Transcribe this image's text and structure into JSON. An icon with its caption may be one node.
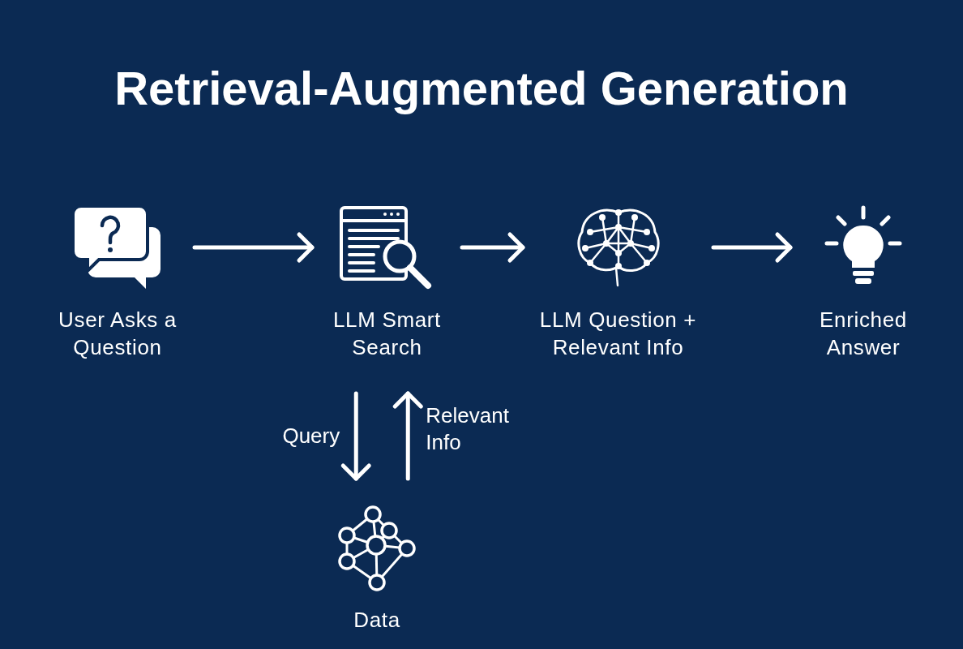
{
  "diagram": {
    "title": "Retrieval-Augmented Generation",
    "nodes": [
      {
        "text": [
          "User Asks a Question"
        ]
      },
      {
        "text": [
          "LLM Smart Search"
        ]
      },
      {
        "text": [
          "LLM Question + Relevant Info"
        ]
      },
      {
        "text": [
          "Enriched Answer"
        ]
      },
      {
        "text": [
          "Data"
        ]
      }
    ],
    "edges": [
      {
        "from": 0,
        "to": 1,
        "arrow": "to"
      },
      {
        "from": 1,
        "to": 2,
        "arrow": "to"
      },
      {
        "from": 2,
        "to": 3,
        "arrow": "to"
      },
      {
        "from": 1,
        "to": 4,
        "arrow": "to",
        "label": "Query"
      },
      {
        "from": 4,
        "to": 1,
        "arrow": "to",
        "label": "Relevant Info"
      }
    ]
  }
}
